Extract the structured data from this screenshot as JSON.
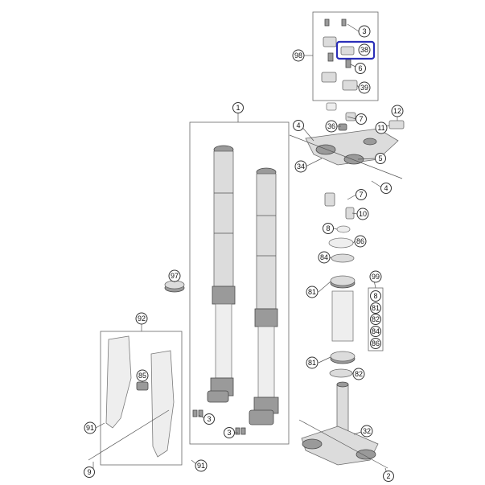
{
  "callouts": {
    "c1": "1",
    "c2": "2",
    "c3": "3",
    "c3b": "3",
    "c3c": "3",
    "c4a": "4",
    "c4b": "4",
    "c5": "5",
    "c6": "6",
    "c7a": "7",
    "c7b": "7",
    "c8a": "8",
    "c9": "9",
    "c10": "10",
    "c11": "11",
    "c12": "12",
    "c32": "32",
    "c34": "34",
    "c36": "36",
    "c38": "38",
    "c39": "39",
    "c81a": "81",
    "c81b": "81",
    "c82": "82",
    "c84": "84",
    "c85": "85",
    "c86": "86",
    "c91a": "91",
    "c91b": "91",
    "c92": "92",
    "c97": "97",
    "c98": "98",
    "c99": "99"
  },
  "kit99": [
    "8",
    "81",
    "82",
    "84",
    "86"
  ],
  "highlight": {
    "part": "38",
    "color": "#2b2fb8"
  }
}
